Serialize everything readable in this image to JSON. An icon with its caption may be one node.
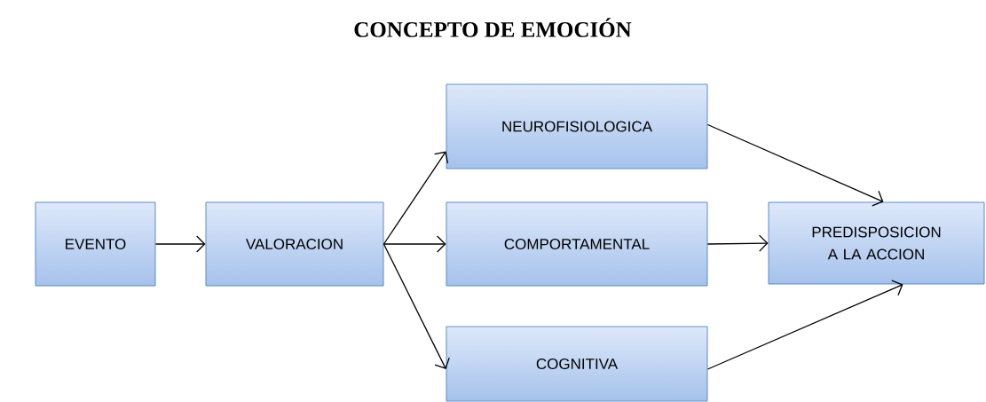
{
  "diagram": {
    "title": "CONCEPTO DE EMOCIÓN",
    "nodes": [
      {
        "text": [
          "EVENTO"
        ]
      },
      {
        "text": [
          "VALORACION"
        ]
      },
      {
        "text": [
          "NEUROFISIOLOGICA"
        ]
      },
      {
        "text": [
          "COMPORTAMENTAL"
        ]
      },
      {
        "text": [
          "COGNITIVA"
        ]
      },
      {
        "text": [
          "PREDISPOSICION A LA ACCION"
        ]
      }
    ],
    "edges": [
      {
        "from": 0,
        "to": 1,
        "arrow": "to"
      },
      {
        "from": 1,
        "to": 2,
        "arrow": "to"
      },
      {
        "from": 1,
        "to": 3,
        "arrow": "to"
      },
      {
        "from": 1,
        "to": 4,
        "arrow": "to"
      },
      {
        "from": 2,
        "to": 5,
        "arrow": "to"
      },
      {
        "from": 3,
        "to": 5,
        "arrow": "to"
      },
      {
        "from": 4,
        "to": 5,
        "arrow": "to"
      }
    ]
  }
}
